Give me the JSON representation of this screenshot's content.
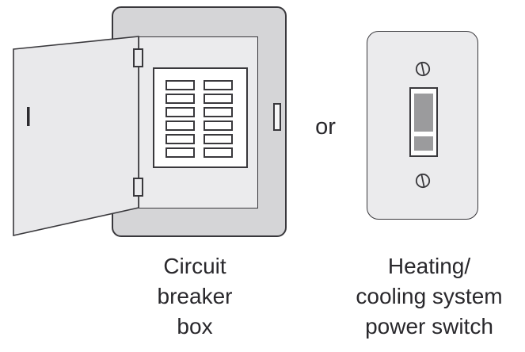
{
  "figure": {
    "or_label": "or",
    "breaker_box": {
      "caption": "Circuit\nbreaker\nbox",
      "panel": {
        "rows": 6,
        "columns": 2
      }
    },
    "power_switch": {
      "caption": "Heating/\ncooling system\npower switch"
    }
  },
  "colors": {
    "outline": "#39383c",
    "enclosure-fill": "#d5d5d7",
    "panel-fill": "#ebebed",
    "door-fill": "#e9e9eb",
    "plate-fill": "#ebebed",
    "lever-fill": "#9b9b9d",
    "text": "#29282c",
    "background": "#ffffff"
  }
}
